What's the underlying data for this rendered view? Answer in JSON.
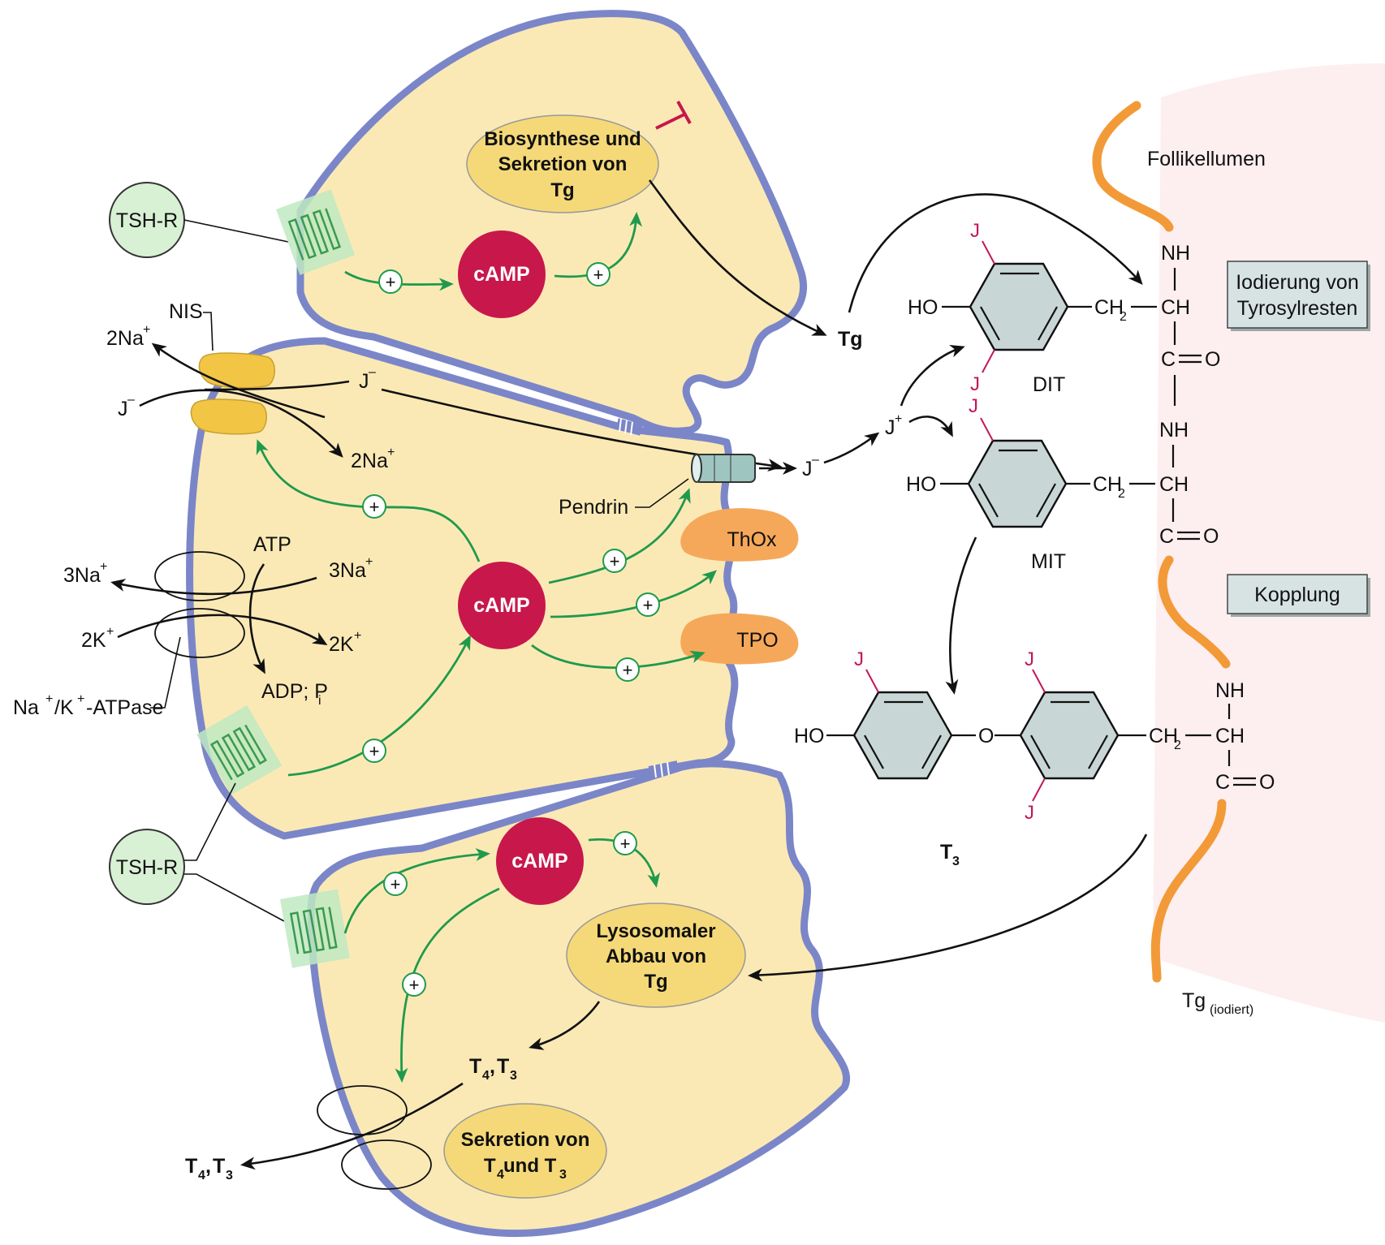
{
  "colors": {
    "cell_fill": "#fbe9b5",
    "membrane": "#7b86c8",
    "camp": "#c8174b",
    "tshr": "#d8f1d4",
    "stimulation": "#1f9a4c",
    "inhibition": "#c8174b",
    "enzyme": "#f6a85a",
    "nis": "#f3c545",
    "lumen": "#fdeef0",
    "tg_chain": "#f29a38",
    "box": "#d7e3e3",
    "iodine": "#c2185b"
  },
  "labels": {
    "tshr_top": "TSH-R",
    "tshr_bottom": "TSH-R",
    "camp_top": "cAMP",
    "camp_mid": "cAMP",
    "camp_bot": "cAMP",
    "nis": "NIS",
    "na2_out": "2Na",
    "na2_in": "2Na",
    "plus": "+",
    "j_out": "J",
    "j_in": "J",
    "minus": "–",
    "atp": "ATP",
    "na3_out": "3Na",
    "na3_in": "3Na",
    "k2_out": "2K",
    "k2_in": "2K",
    "adp_pi": "ADP; P",
    "i_sub": "i",
    "atpase_na": "Na",
    "atpase_rest": "/K",
    "atpase_tail": "-ATPase",
    "pendrin": "Pendrin",
    "thox": "ThOx",
    "tpo": "TPO",
    "tg_out": "Tg",
    "j_lumen": "J",
    "j_plus": "J",
    "follikellumen": "Follikellumen",
    "iodierung_1": "Iodierung von",
    "iodierung_2": "Tyrosylresten",
    "kopplung": "Kopplung",
    "dit": "DIT",
    "mit": "MIT",
    "ho": "HO",
    "ch2": "CH",
    "two": "2",
    "ch": "CH",
    "nh": "NH",
    "co": "C",
    "o": "O",
    "j": "J",
    "t3_label": "T",
    "three": "3",
    "four": "4",
    "tg_iodiert": "Tg",
    "iodiert_sub": "(iodiert)",
    "t4t3_in": "T",
    "t4t3_out": "T",
    "comma": ",",
    "t_letter": "T"
  },
  "ovals": {
    "biosynthese": [
      "Biosynthese und",
      "Sekretion von",
      "Tg"
    ],
    "lysosomal": [
      "Lysosomaler",
      "Abbau von",
      "Tg"
    ],
    "sekretion_1": "Sekretion von",
    "sekretion_2a": "T",
    "sekretion_sub4": "4",
    "sekretion_2b": " und T",
    "sekretion_sub3": "3"
  }
}
